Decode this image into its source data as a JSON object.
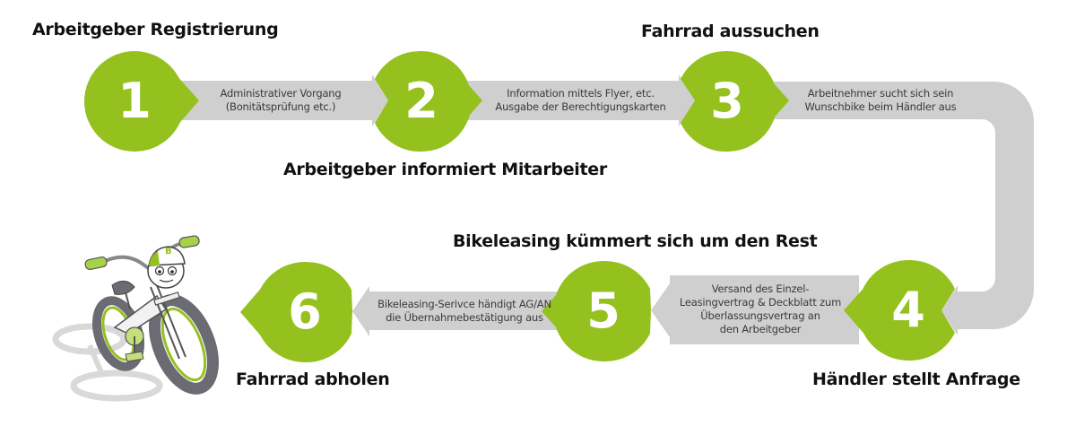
{
  "colors": {
    "accent_green": "#95c11f",
    "band_grey": "#cfcfcf",
    "heading_text": "#111111",
    "band_text": "#3a3a3a"
  },
  "steps": [
    {
      "number": "1",
      "title": "Arbeitgeber Registrierung"
    },
    {
      "number": "2",
      "title": "Arbeitgeber informiert Mitarbeiter"
    },
    {
      "number": "3",
      "title": "Fahrrad aussuchen"
    },
    {
      "number": "4",
      "title": "Händler stellt Anfrage"
    },
    {
      "number": "5",
      "title": "Bikeleasing kümmert sich um den Rest"
    },
    {
      "number": "6",
      "title": "Fahrrad abholen"
    }
  ],
  "connectors": [
    {
      "lines": [
        "Administrativer Vorgang",
        "(Bonitätsprüfung etc.)"
      ]
    },
    {
      "lines": [
        "Information mittels Flyer, etc.",
        "Ausgabe der Berechtigungskarten"
      ]
    },
    {
      "lines": [
        "Arbeitnehmer sucht sich sein",
        "Wunschbike beim Händler aus"
      ]
    },
    {
      "lines": [
        "Versand des Einzel-",
        "Leasingvertrag & Deckblatt zum",
        "Überlassungsvertrag an",
        "den Arbeitgeber"
      ]
    },
    {
      "lines": [
        "Bikeleasing-Serivce händigt AG/AN",
        "die Übernahmebestätigung aus"
      ]
    }
  ],
  "illustration": {
    "icon": "bike-mascot-icon",
    "badge_letter": "B"
  }
}
